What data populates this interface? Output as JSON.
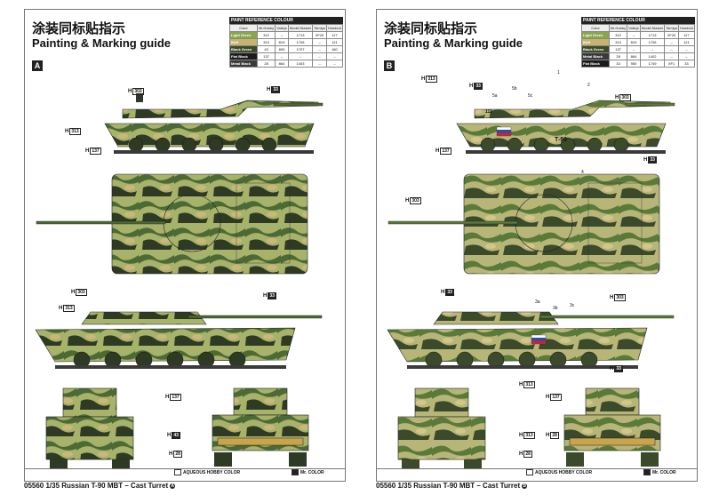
{
  "title_cn": "涂装同标贴指示",
  "title_en": "Painting & Marking guide",
  "table": {
    "header": "PAINT REFERENCE COLOUR",
    "columns": [
      "Color",
      "Mr.Hobby",
      "Vallejo",
      "Model Master",
      "Tamiya",
      "Humbrol"
    ],
    "rows": [
      {
        "name": "Light Green",
        "code": "312",
        "vallejo": "--",
        "model_master": "1713",
        "tamiya": "XF20",
        "humbrol": "117",
        "color": "#8aa64a"
      },
      {
        "name": "Buff",
        "code": "313",
        "vallejo": "819",
        "model_master": "1706",
        "tamiya": "--",
        "humbrol": "121",
        "color": "#c9b36e"
      },
      {
        "name": "Black Green",
        "code": "43",
        "vallejo": "893",
        "model_master": "1707",
        "tamiya": "--",
        "humbrol": "180",
        "color": "#3d4c2b"
      },
      {
        "name": "Flat Black",
        "code": "137",
        "vallejo": "--",
        "model_master": "--",
        "tamiya": "--",
        "humbrol": "--",
        "color": "#1b1b1b"
      },
      {
        "name": "Metal Black",
        "code": "28",
        "vallejo": "864",
        "model_master": "1403",
        "tamiya": "--",
        "humbrol": "--",
        "color": "#3a3a3a"
      }
    ],
    "rows_b": [
      {
        "name": "Light Green",
        "code": "312",
        "vallejo": "--",
        "model_master": "1713",
        "tamiya": "XF20",
        "humbrol": "117",
        "color": "#8aa64a"
      },
      {
        "name": "Buff",
        "code": "313",
        "vallejo": "819",
        "model_master": "1706",
        "tamiya": "--",
        "humbrol": "121",
        "color": "#c9b36e"
      },
      {
        "name": "Black Green",
        "code": "137",
        "vallejo": "--",
        "model_master": "--",
        "tamiya": "--",
        "humbrol": "--",
        "color": "#3d4c2b"
      },
      {
        "name": "Metal Black",
        "code": "28",
        "vallejo": "864",
        "model_master": "1402",
        "tamiya": "--",
        "humbrol": "--",
        "color": "#3a3a3a"
      },
      {
        "name": "Flat Black",
        "code": "33",
        "vallejo": "950",
        "model_master": "1749",
        "tamiya": "XF1",
        "humbrol": "33",
        "color": "#1b1b1b"
      }
    ]
  },
  "pageA": {
    "letter": "A",
    "callouts": [
      {
        "h": "H",
        "code": "303"
      },
      {
        "h": "H",
        "code": "33"
      },
      {
        "h": "H",
        "code": "313"
      },
      {
        "h": "H",
        "code": "137"
      },
      {
        "h": "H",
        "code": "33"
      },
      {
        "h": "H",
        "code": "303"
      },
      {
        "h": "H",
        "code": "313"
      },
      {
        "h": "H",
        "code": "137"
      },
      {
        "h": "H",
        "code": "43"
      },
      {
        "h": "H",
        "code": "28"
      }
    ]
  },
  "pageB": {
    "letter": "B",
    "turret_number": "111",
    "hull_text": "T-90",
    "numbers": [
      "1",
      "2",
      "5a",
      "5b",
      "5c",
      "4",
      "3a",
      "3b",
      "3c"
    ],
    "callouts": [
      {
        "h": "H",
        "code": "313"
      },
      {
        "h": "H",
        "code": "33"
      },
      {
        "h": "H",
        "code": "303"
      },
      {
        "h": "H",
        "code": "137"
      },
      {
        "h": "H",
        "code": "33"
      },
      {
        "h": "H",
        "code": "303"
      },
      {
        "h": "H",
        "code": "33"
      },
      {
        "h": "H",
        "code": "303"
      },
      {
        "h": "H",
        "code": "313"
      },
      {
        "h": "H",
        "code": "33"
      },
      {
        "h": "H",
        "code": "313"
      },
      {
        "h": "H",
        "code": "28"
      },
      {
        "h": "H",
        "code": "137"
      },
      {
        "h": "H",
        "code": "28"
      }
    ]
  },
  "legend": {
    "aqueous": "AQUEOUS HOBBY COLOR",
    "mr": "Mr. COLOR",
    "h": "H"
  },
  "caption_a": "05560 1/35 Russian T-90 MBT – Cast Turret",
  "caption_b": "05560 1/35 Russian T-90 MBT – Cast Turret",
  "caption_a_badge": "A",
  "caption_b_badge": "B",
  "colors": {
    "camo_light": "#a7b26a",
    "camo_buff": "#c9b878",
    "camo_green": "#4c6a35",
    "camo_dark": "#2e3a24"
  }
}
